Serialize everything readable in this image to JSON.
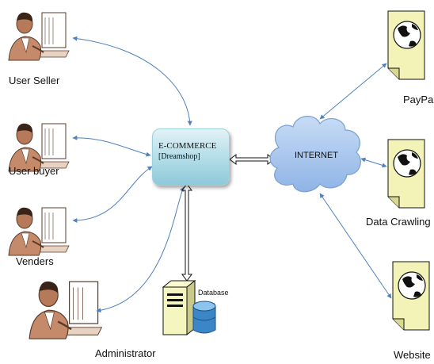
{
  "actors": {
    "user_seller": "User Seller",
    "user_buyer": "User buyer",
    "venders": "Venders",
    "administrator": "Administrator"
  },
  "center": {
    "title": "E-COMMERCE",
    "subtitle": "[Dreamshop]"
  },
  "network": {
    "label": "INTERNET"
  },
  "database": {
    "label": "Database"
  },
  "services": {
    "paypal": "PayPal",
    "data_crawling": "Data Crawling",
    "website": "Website"
  },
  "colors": {
    "arrow": "#4f81bd",
    "cloud_fill": "#a8c8ef",
    "cloud_stroke": "#7a9fd0",
    "box_fill": "#b9e0ea",
    "document_fill": "#f3f3b8"
  }
}
